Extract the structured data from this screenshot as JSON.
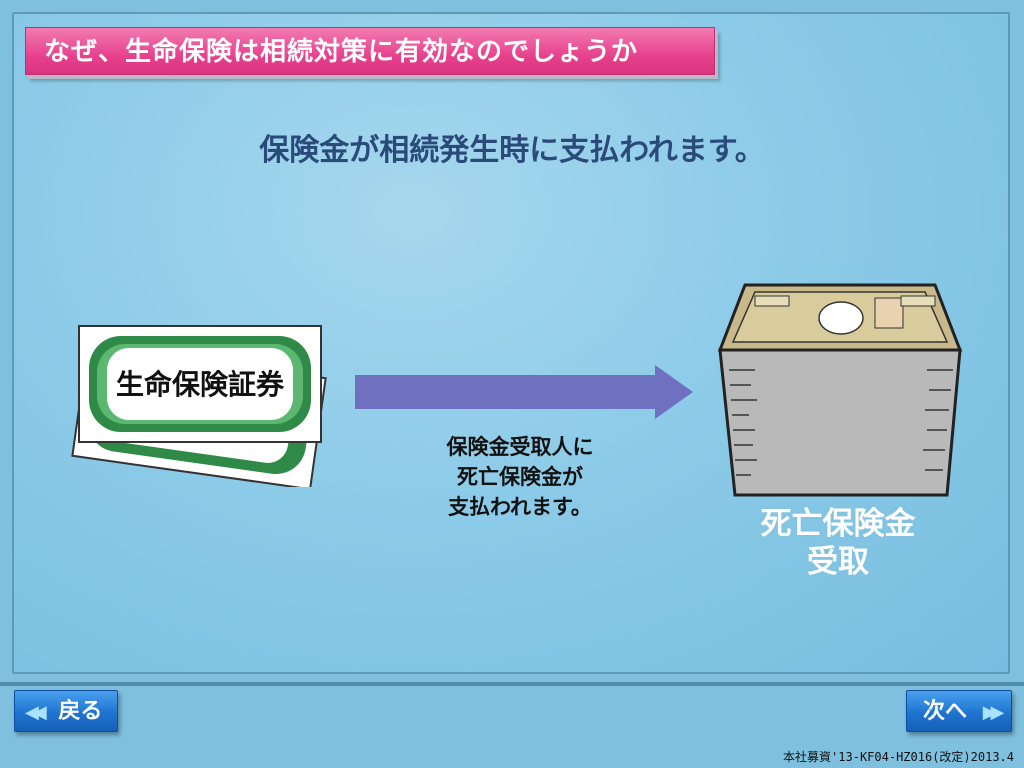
{
  "header": {
    "title": "なぜ、生命保険は相続対策に有効なのでしょうか"
  },
  "main": {
    "subtitle": "保険金が相続発生時に支払われます。",
    "certificate_text": "生命保険証券",
    "caption_lines": [
      "保険金受取人に",
      "死亡保険金が",
      "支払われます。"
    ],
    "receive_lines": [
      "死亡保険金",
      "受取"
    ]
  },
  "nav": {
    "back_label": "戻る",
    "next_label": "次へ"
  },
  "footer": {
    "code": "本社募資'13-KF04-HZ016(改定)2013.4"
  },
  "colors": {
    "title_bg": "#e8418e",
    "accent_blue": "#1f74d0",
    "arrow": "#7070c0",
    "panel_bg": "#8ccbe8"
  },
  "icons": {
    "back": "double-chevron-left-icon",
    "next": "double-chevron-right-icon"
  }
}
